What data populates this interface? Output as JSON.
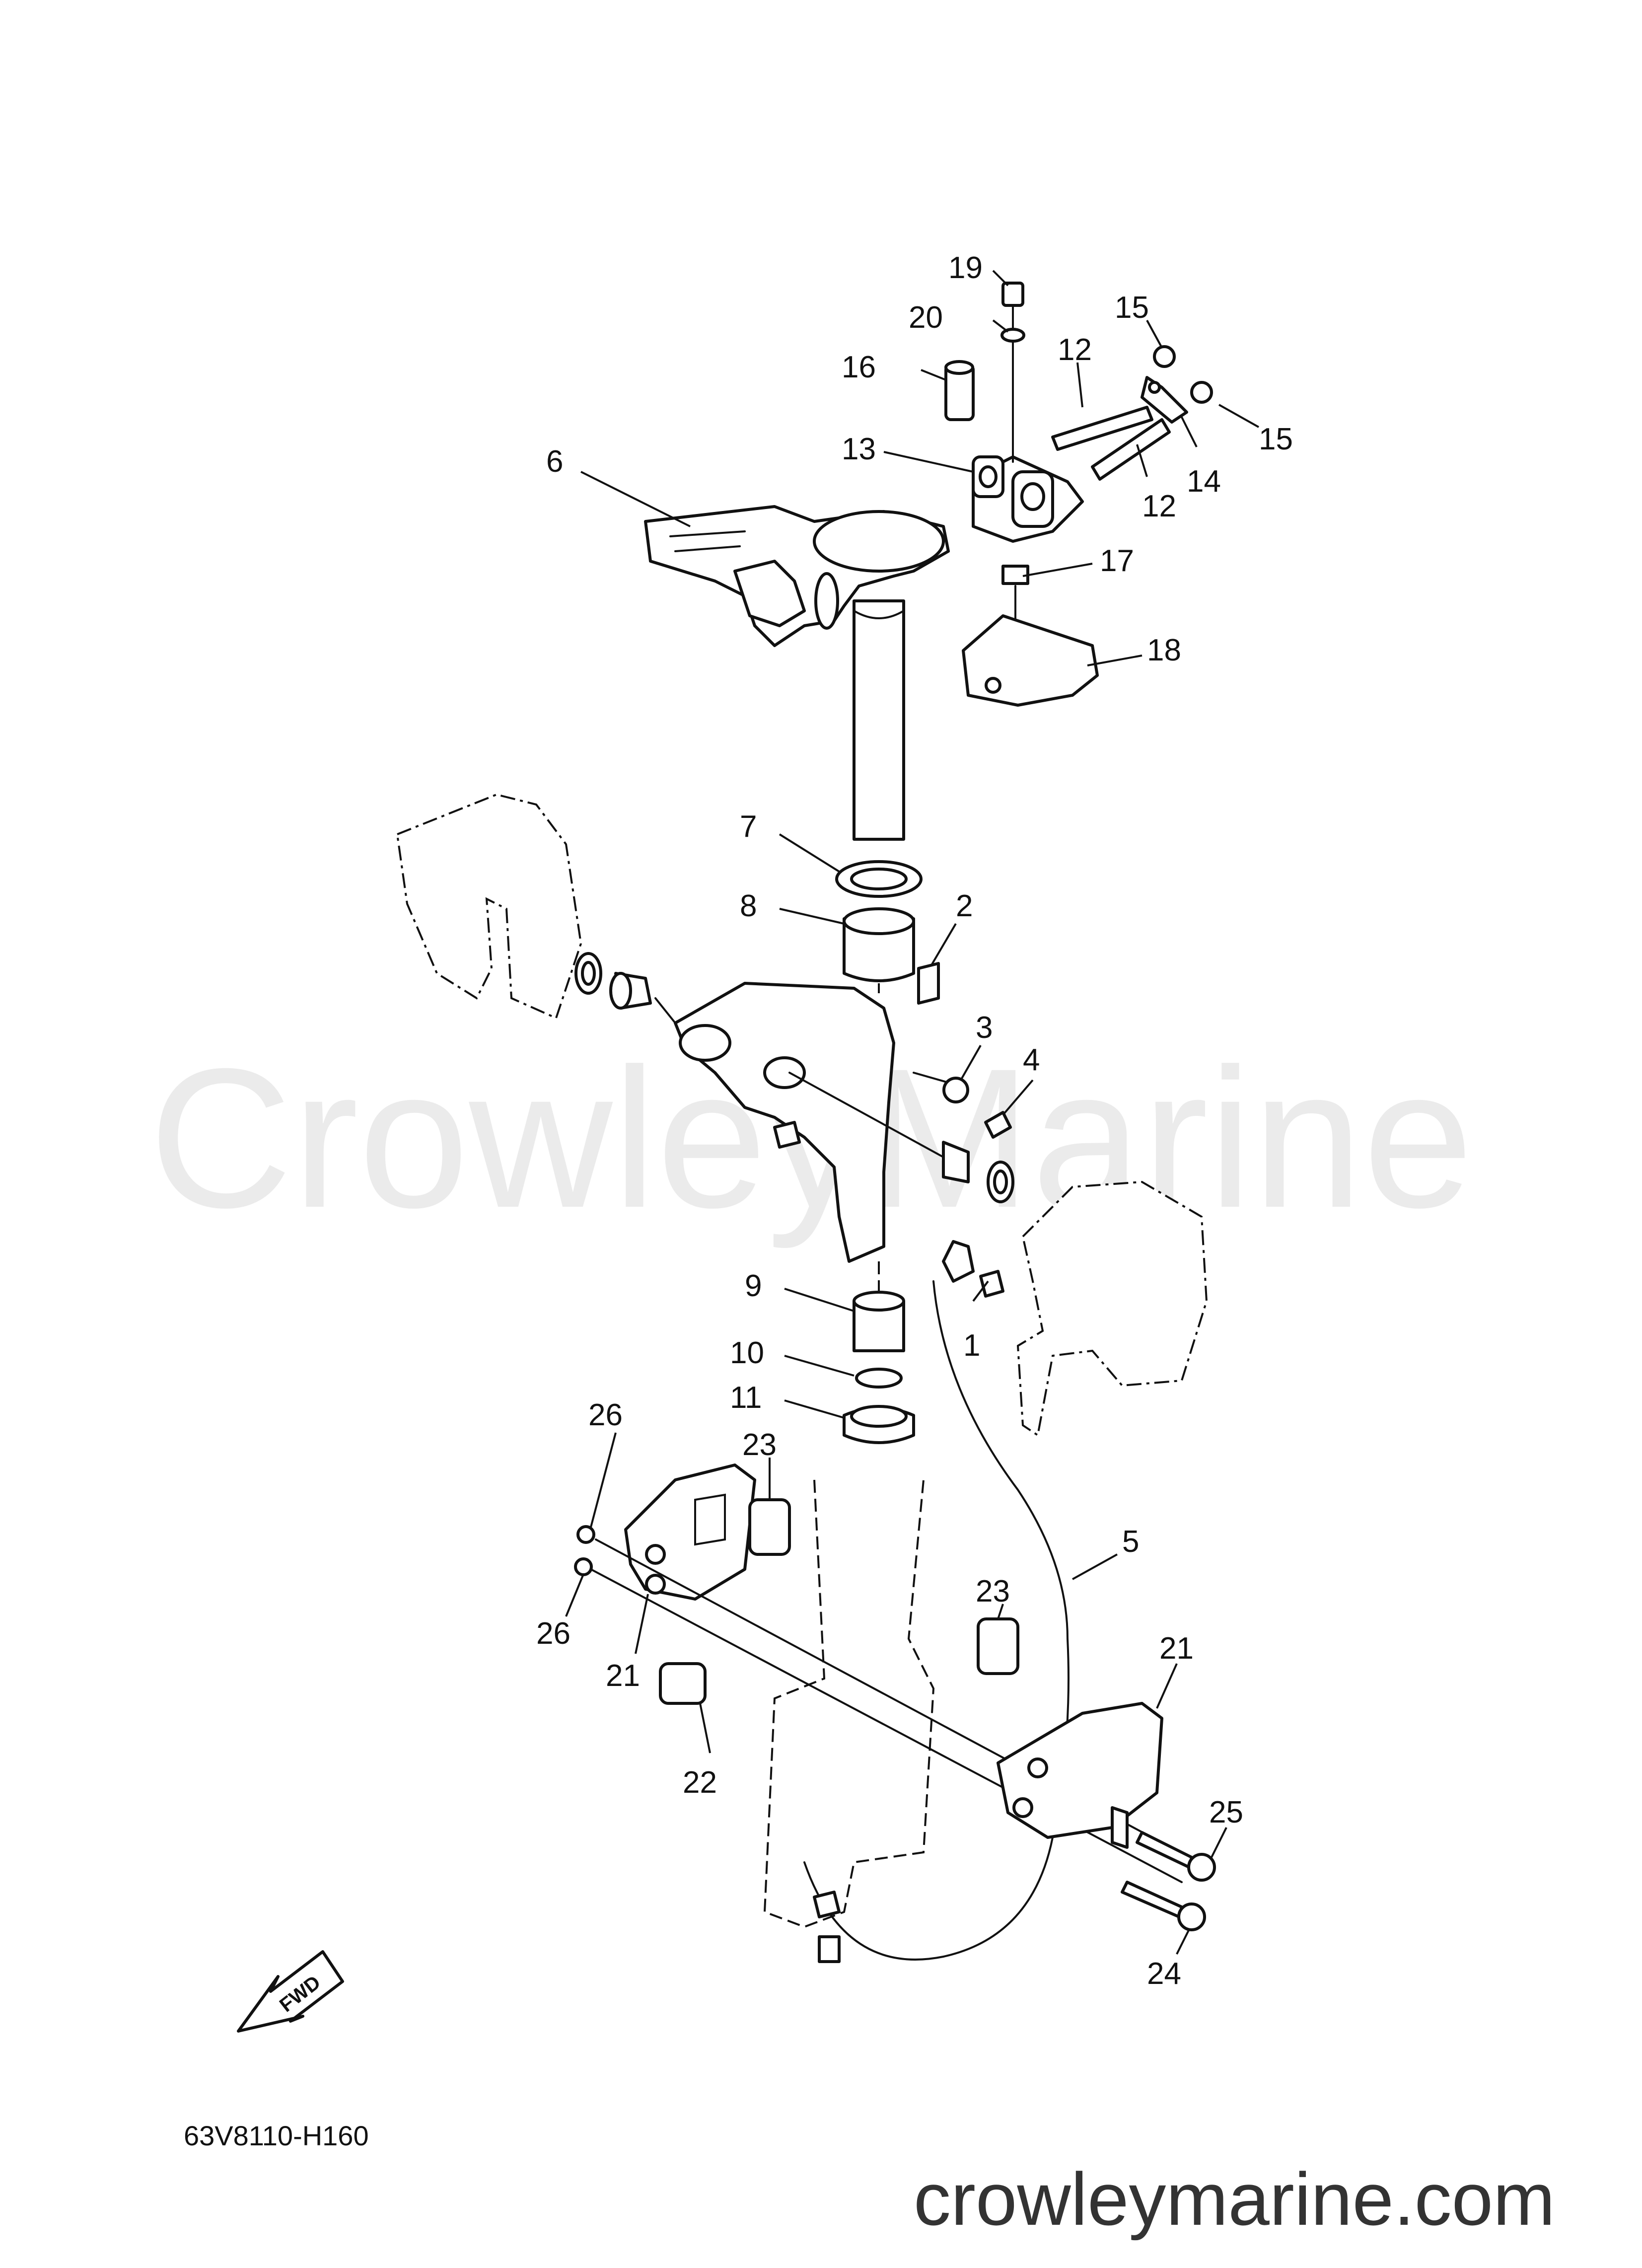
{
  "watermark": "CrowleyMarine",
  "diagram_code": "63V8110-H160",
  "website": "crowleymarine.com",
  "fwd_label": "FWD",
  "callouts": [
    "19",
    "20",
    "16",
    "15",
    "12",
    "13",
    "15",
    "14",
    "12",
    "6",
    "17",
    "18",
    "7",
    "8",
    "2",
    "3",
    "4",
    "9",
    "1",
    "10",
    "11",
    "26",
    "23",
    "5",
    "23",
    "26",
    "21",
    "21",
    "22",
    "25",
    "24"
  ],
  "icons": {
    "direction_arrow": "fwd-arrow-icon"
  }
}
